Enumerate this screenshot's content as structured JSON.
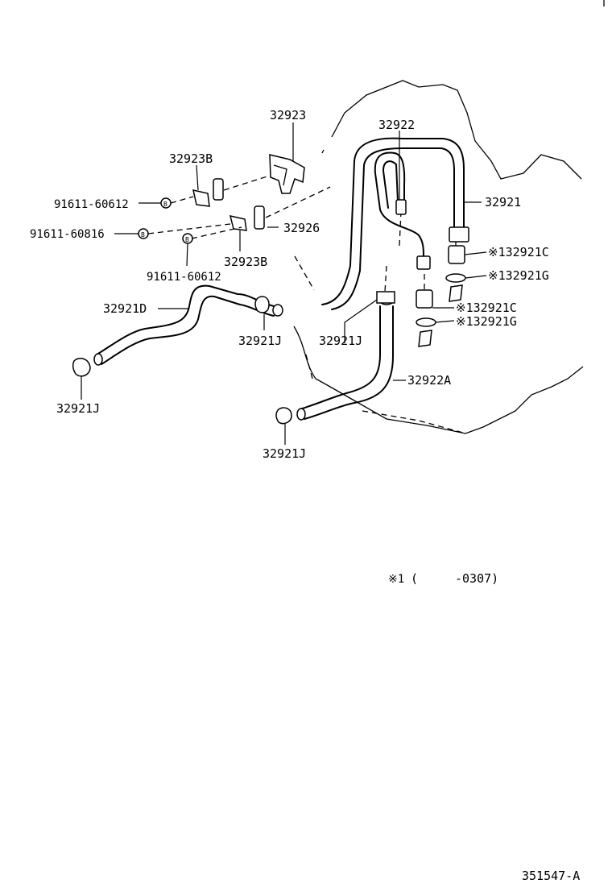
{
  "labels": {
    "p32923": "32923",
    "p32922": "32922",
    "p32923B_top": "32923B",
    "p91611_60612_a": "91611-60612",
    "p91611_60816": "91611-60816",
    "p32926": "32926",
    "p32923B_bottom": "32923B",
    "p91611_60612_b": "91611-60612",
    "p32921": "32921",
    "p32921C_a": "※132921C",
    "p32921G_a": "※132921G",
    "p32921C_b": "※132921C",
    "p32921G_b": "※132921G",
    "p32921D": "32921D",
    "p32921J_a": "32921J",
    "p32921J_b": "32921J",
    "p32921J_c": "32921J",
    "p32921J_d": "32921J",
    "p32922A": "32922A"
  },
  "note": {
    "marker": "※1",
    "open_paren": "(",
    "range": "-0307)"
  },
  "diagram_id": "351547-A"
}
